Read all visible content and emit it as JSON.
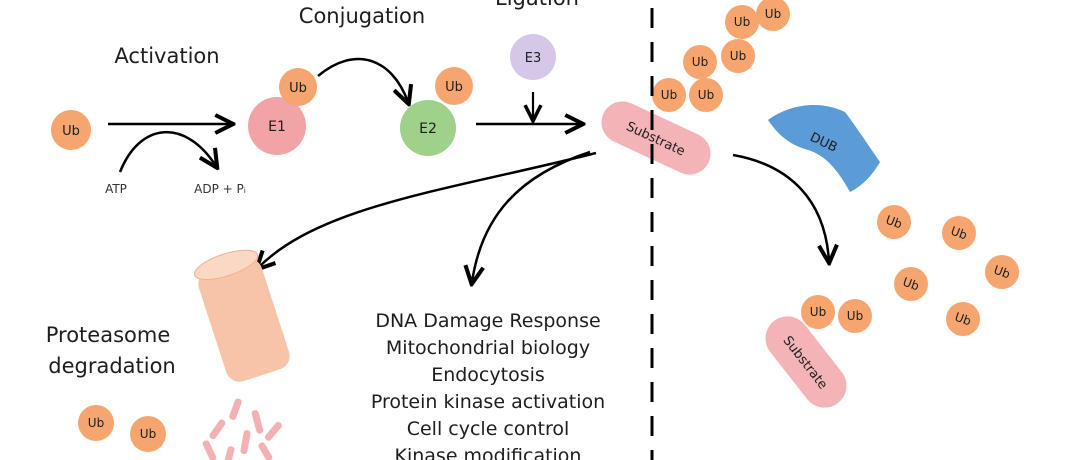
{
  "colors": {
    "ub": "#f6a56e",
    "e1": "#f2a3a6",
    "e2": "#9fd18a",
    "e3": "#d5c7e8",
    "substrate": "#f3b3b7",
    "dub": "#5b9bd8",
    "proteasome": "#f8c4a8",
    "fragments": "#f4b1b4",
    "arrow": "#000000",
    "text": "#1e1e1e"
  },
  "labels": {
    "activation": "Activation",
    "conjugation": "Conjugation",
    "ligation": "Ligation",
    "atp": "ATP",
    "adp": "ADP + Pᵢ",
    "proteasome_line1": "Proteasome",
    "proteasome_line2": "degradation"
  },
  "nodes": {
    "ub": "Ub",
    "e1": "E1",
    "e2": "E2",
    "e3": "E3",
    "substrate": "Substrate",
    "dub": "DUB"
  },
  "functions": [
    "DNA Damage Response",
    "Mitochondrial biology",
    "Endocytosis",
    "Protein kinase activation",
    "Cell cycle control",
    "Kinase modification"
  ]
}
